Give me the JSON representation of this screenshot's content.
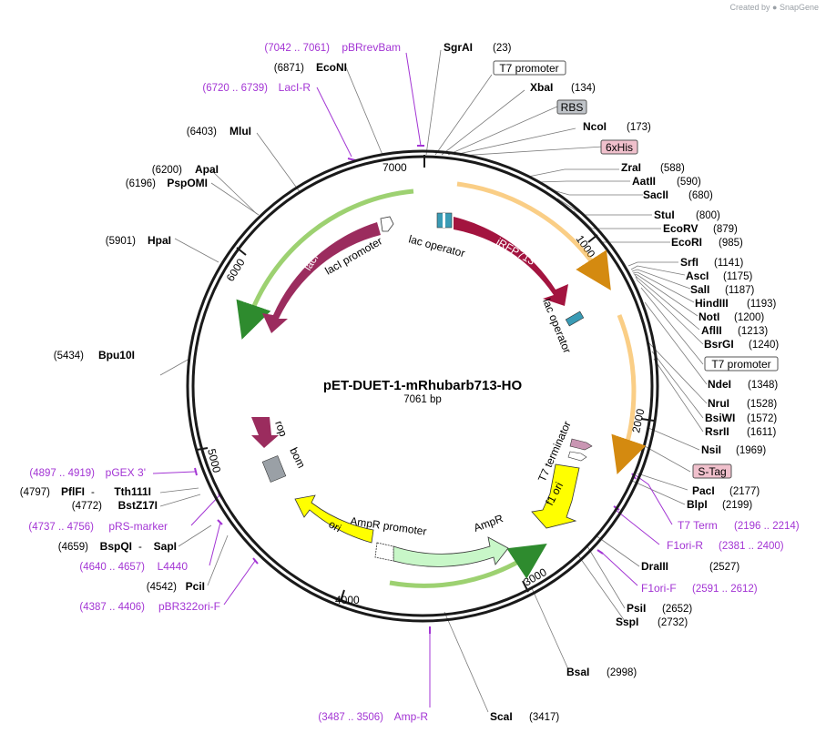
{
  "branding": {
    "created_by": "Created by",
    "app": "SnapGene"
  },
  "plasmid": {
    "name": "pET-DUET-1-mRhubarb713-HO",
    "size_label": "7061 bp",
    "length": 7061
  },
  "scale_ticks": [
    "1000",
    "2000",
    "3000",
    "4000",
    "5000",
    "6000",
    "7000"
  ],
  "restriction_sites": [
    {
      "name": "SgrAI",
      "pos": "(23)"
    },
    {
      "name": "XbaI",
      "pos": "(134)"
    },
    {
      "name": "NcoI",
      "pos": "(173)"
    },
    {
      "name": "ZraI",
      "pos": "(588)"
    },
    {
      "name": "AatII",
      "pos": "(590)"
    },
    {
      "name": "SacII",
      "pos": "(680)"
    },
    {
      "name": "StuI",
      "pos": "(800)"
    },
    {
      "name": "EcoRV",
      "pos": "(879)"
    },
    {
      "name": "EcoRI",
      "pos": "(985)"
    },
    {
      "name": "SrfI",
      "pos": "(1141)"
    },
    {
      "name": "AscI",
      "pos": "(1175)"
    },
    {
      "name": "SalI",
      "pos": "(1187)"
    },
    {
      "name": "HindIII",
      "pos": "(1193)"
    },
    {
      "name": "NotI",
      "pos": "(1200)"
    },
    {
      "name": "AflII",
      "pos": "(1213)"
    },
    {
      "name": "BsrGI",
      "pos": "(1240)"
    },
    {
      "name": "NdeI",
      "pos": "(1348)"
    },
    {
      "name": "NruI",
      "pos": "(1528)"
    },
    {
      "name": "BsiWI",
      "pos": "(1572)"
    },
    {
      "name": "RsrII",
      "pos": "(1611)"
    },
    {
      "name": "NsiI",
      "pos": "(1969)"
    },
    {
      "name": "PacI",
      "pos": "(2177)"
    },
    {
      "name": "BlpI",
      "pos": "(2199)"
    },
    {
      "name": "DraIII",
      "pos": "(2527)"
    },
    {
      "name": "PsiI",
      "pos": "(2652)"
    },
    {
      "name": "SspI",
      "pos": "(2732)"
    },
    {
      "name": "BsaI",
      "pos": "(2998)"
    },
    {
      "name": "ScaI",
      "pos": "(3417)"
    },
    {
      "name": "PciI",
      "pos": "(4542)"
    },
    {
      "name": "BspQI",
      "pos": "(4659)"
    },
    {
      "name": "SapI",
      "pos": ""
    },
    {
      "name": "BstZ17I",
      "pos": "(4772)"
    },
    {
      "name": "PflFI",
      "pos": "(4797)"
    },
    {
      "name": "Tth111I",
      "pos": ""
    },
    {
      "name": "Bpu10I",
      "pos": "(5434)"
    },
    {
      "name": "HpaI",
      "pos": "(5901)"
    },
    {
      "name": "PspOMI",
      "pos": "(6196)"
    },
    {
      "name": "ApaI",
      "pos": "(6200)"
    },
    {
      "name": "MluI",
      "pos": "(6403)"
    },
    {
      "name": "EcoNI",
      "pos": "(6871)"
    }
  ],
  "primers": [
    {
      "name": "pBRrevBam",
      "range": "(7042 .. 7061)"
    },
    {
      "name": "LacI-R",
      "range": "(6720 .. 6739)"
    },
    {
      "name": "T7 Term",
      "range": "(2196 .. 2214)"
    },
    {
      "name": "F1ori-R",
      "range": "(2381 .. 2400)"
    },
    {
      "name": "F1ori-F",
      "range": "(2591 .. 2612)"
    },
    {
      "name": "Amp-R",
      "range": "(3487 .. 3506)"
    },
    {
      "name": "pBR322ori-F",
      "range": "(4387 .. 4406)"
    },
    {
      "name": "L4440",
      "range": "(4640 .. 4657)"
    },
    {
      "name": "pRS-marker",
      "range": "(4737 .. 4756)"
    },
    {
      "name": "pGEX 3'",
      "range": "(4897 .. 4919)"
    }
  ],
  "feature_boxes": [
    {
      "label": "T7 promoter",
      "style": "white"
    },
    {
      "label": "RBS",
      "style": "gray"
    },
    {
      "label": "6xHis",
      "style": "pink"
    },
    {
      "label": "T7 promoter",
      "style": "white"
    },
    {
      "label": "S-Tag",
      "style": "pink"
    }
  ],
  "features": [
    {
      "label": "iRFP713",
      "color": "#a3143f"
    },
    {
      "label": "lacI",
      "color": "#9b2c5e"
    },
    {
      "label": "lacI promoter",
      "color": "#ffffff"
    },
    {
      "label": "lac operator",
      "color": "#3a9bb5"
    },
    {
      "label": "lac operator",
      "color": "#3a9bb5"
    },
    {
      "label": "T7 terminator",
      "color": "#c996b3"
    },
    {
      "label": "f1 ori",
      "color": "#ffff00"
    },
    {
      "label": "AmpR",
      "color": "#c8f7c8"
    },
    {
      "label": "AmpR promoter",
      "color": "#ffffff"
    },
    {
      "label": "ori",
      "color": "#ffff00"
    },
    {
      "label": "rop",
      "color": "#9b2c5e"
    },
    {
      "label": "bom",
      "color": "#9aa0a6"
    }
  ],
  "colors": {
    "primer": "#a335d4",
    "orf_green": "#7cc242",
    "orf_orange": "#f5a623",
    "backbone": "#1a1a1a"
  }
}
